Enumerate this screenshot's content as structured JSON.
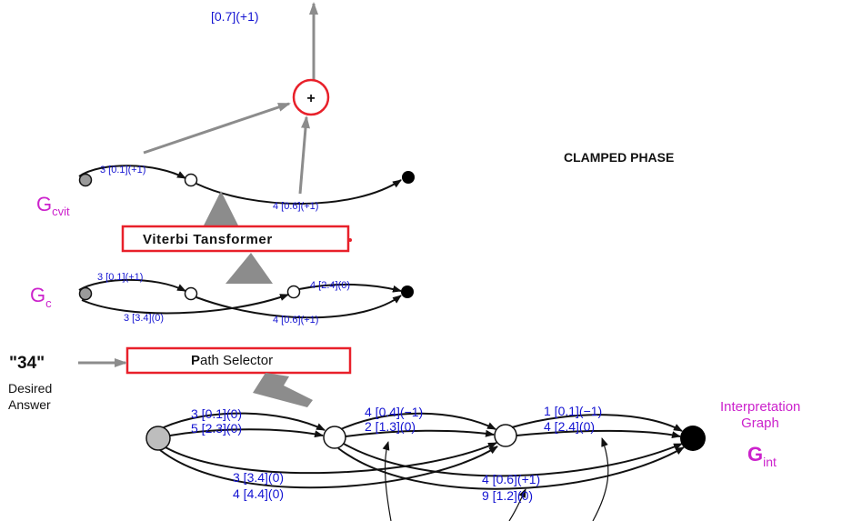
{
  "phase_title": "CLAMPED PHASE",
  "top_output": "[0.7](+1)",
  "plus_symbol": "+",
  "boxes": {
    "viterbi": "Viterbi Tansformer",
    "path_selector_first": "P",
    "path_selector_rest": "ath Selector"
  },
  "graph_labels": {
    "gcvit_main": "G",
    "gcvit_sub": "cvit",
    "gc_main": "G",
    "gc_sub": "c",
    "gint_main": "G",
    "gint_sub": "int",
    "interp_line1": "Interpretation",
    "interp_line2": "Graph"
  },
  "desired": {
    "answer": "\"34\"",
    "line1": "Desired",
    "line2": "Answer"
  },
  "gcvit_arcs": {
    "a1": "3 [0.1](+1)",
    "a2": "4 [0.6](+1)"
  },
  "gc_arcs": {
    "a1": "3 [0.1](+1)",
    "a2": "3 [3.4](0)",
    "a3": "4 [2.4](0)",
    "a4": "4 [0.6](+1)"
  },
  "gint_arcs": {
    "a1": "3 [0.1](0)",
    "a2": "5 [2.3](0)",
    "a3": "3 [3.4](0)",
    "a4": "4 [4.4](0)",
    "b1": "4 [0.4](−1)",
    "b2": "2 [1.3](0)",
    "b3": "4 [0.6](+1)",
    "b4": "9 [1.2](0)",
    "c1": "1 [0.1](−1)",
    "c2": "4 [2.4](0)"
  },
  "colors": {
    "label_blue": "#1414d2",
    "graph_magenta": "#cc22cc",
    "box_red": "#e8202a",
    "arrow_gray": "#8c8c8c"
  }
}
